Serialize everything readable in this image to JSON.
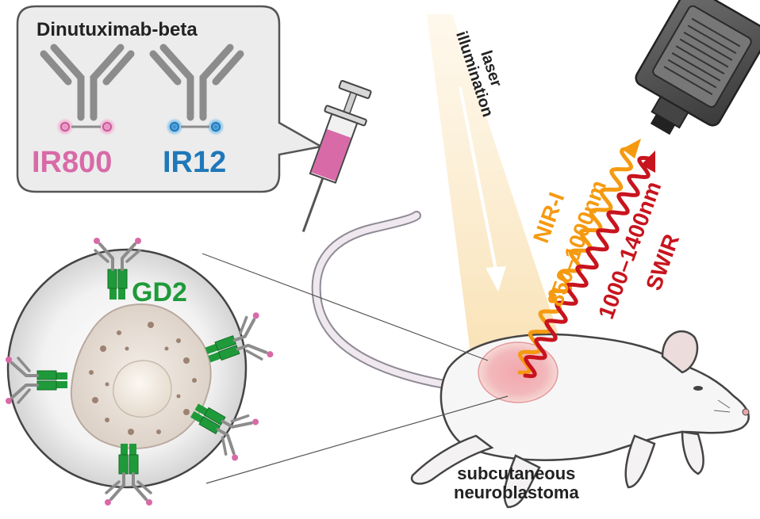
{
  "callout": {
    "title": "Dinutuximab-beta",
    "probe_1": "IR800",
    "probe_2": "IR12"
  },
  "cell": {
    "receptor_label": "GD2"
  },
  "light": {
    "laser": "laser\nillumination",
    "nir_band": "NIR-I",
    "nir_range": "850–1000nm",
    "swir_range": "1000–1400nm",
    "swir_band": "SWIR"
  },
  "tumor": {
    "label": "subcutaneous\nneuroblastoma"
  },
  "colors": {
    "ir800": "#d86aa8",
    "ir12": "#1f78b8",
    "gd2": "#1f9a3a",
    "nir": "#f59a10",
    "swir": "#c8141e",
    "antibody": "#8c8c8c",
    "callout_bg": "#ececec"
  },
  "icons": [
    "antibody-icon",
    "syringe-icon",
    "mouse-icon",
    "camera-icon",
    "tumor-cell-icon"
  ]
}
